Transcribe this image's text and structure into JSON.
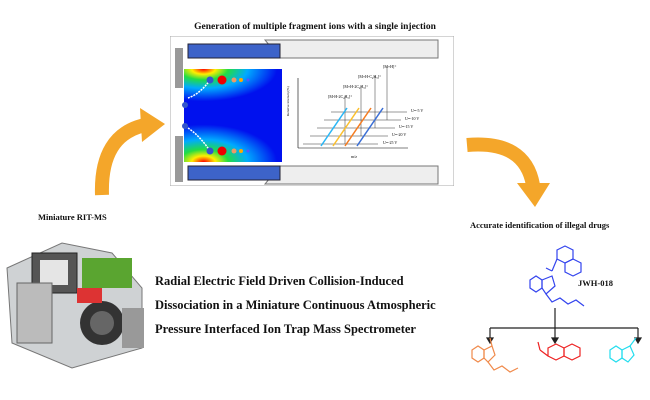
{
  "header": {
    "title": "Generation of multiple fragment ions with a single injection"
  },
  "left": {
    "label": "Miniature RIT-MS"
  },
  "right": {
    "label": "Accurate identification of illegal drugs",
    "compound": "JWH-018"
  },
  "paper_title": {
    "lines": [
      "Radial Electric Field Driven Collision-Induced",
      "Dissociation in a Miniature Continuous Atmospheric",
      "Pressure Interfaced Ion Trap Mass Spectrometer"
    ]
  },
  "spectrum": {
    "ylabel": "Relative intensity(%)",
    "xlabel": "m/z",
    "peaks": [
      "[M+H]⁺",
      "[M+H-C₄H₉]⁺",
      "[M+H-2C₄H₉]⁺",
      "[M-H-2C₄H₉]⁺"
    ],
    "voltages": [
      "U=-5 V",
      "U=-10 V",
      "U=-15 V",
      "U=-20 V",
      "U=-25 V"
    ],
    "colors": [
      "#29b6f6",
      "#fbc02d",
      "#f57c20",
      "#3b6fd6"
    ]
  },
  "colors": {
    "arrow": "#f4a62a",
    "plate": "#3d63c9",
    "molecule": "#3344ee",
    "frag1": "#f08a4b",
    "frag2": "#ee2222",
    "frag3": "#22ddee"
  }
}
